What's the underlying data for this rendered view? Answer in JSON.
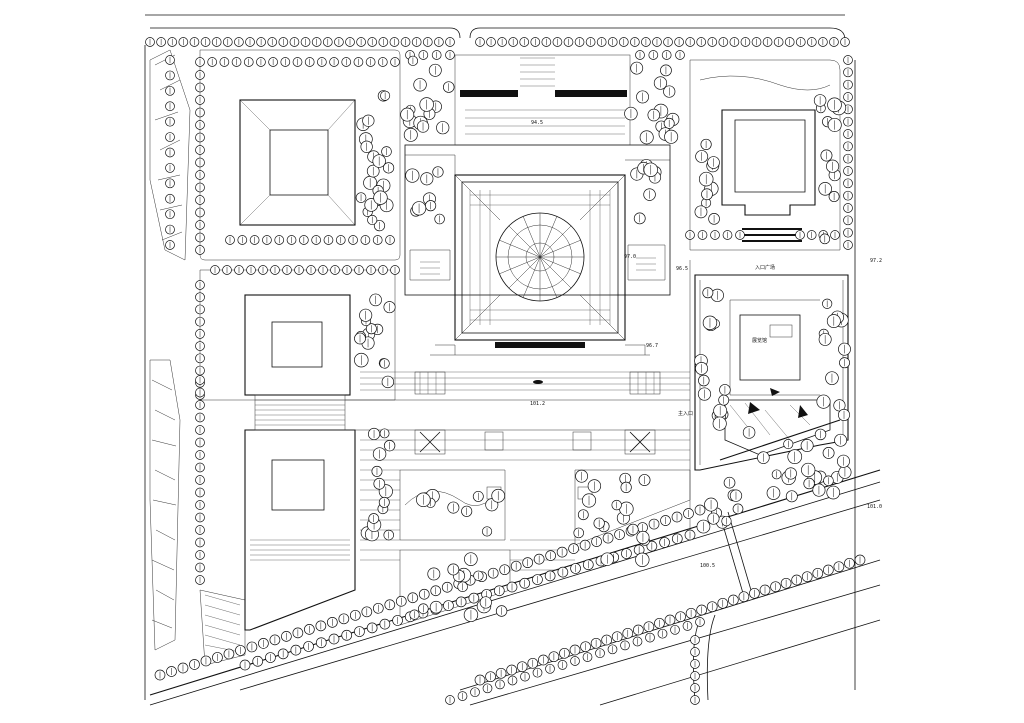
{
  "title": "",
  "elevations": [
    {
      "id": "e-north",
      "text": "94.5"
    },
    {
      "id": "e-east-court",
      "text": "97.0"
    },
    {
      "id": "e-museum-north",
      "text": "96.5"
    },
    {
      "id": "e-right-edge",
      "text": "97.2"
    },
    {
      "id": "e-museum-side",
      "text": "96.7"
    },
    {
      "id": "e-plaza",
      "text": "101.2"
    },
    {
      "id": "e-road-mid",
      "text": "100.5"
    },
    {
      "id": "e-road-east",
      "text": "101.0"
    }
  ],
  "annotations": [
    {
      "id": "a-entrance",
      "text": "主入口"
    },
    {
      "id": "a-museum-label",
      "text": "展览馆"
    },
    {
      "id": "a-plaza-north",
      "text": "入口广场"
    }
  ]
}
